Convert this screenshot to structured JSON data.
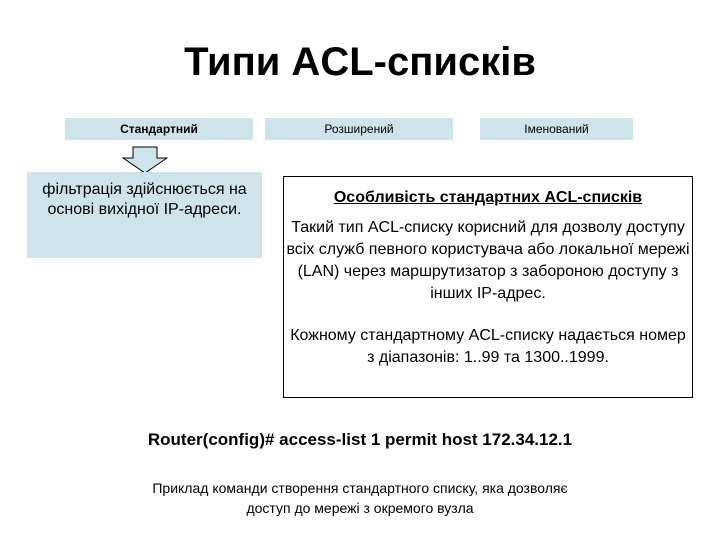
{
  "title": "Типи ACL-списків",
  "tabs": {
    "standard": "Стандартний",
    "extended": "Розширений",
    "named": "Іменований"
  },
  "filter_text": "фільтрація здійснюється на основі вихідної IP-адреси.",
  "feature": {
    "heading": "Особливість стандартних ACL-списків",
    "paragraph1": "Такий тип ACL-списку корисний для дозволу доступу всіх служб певного користувача або локальної мережі (LAN) через маршрутизатор з забороною доступу з інших IP-адрес.",
    "paragraph2": "Кожному стандартному ACL-списку надається номер з діапазонів: 1..99 та 1300..1999."
  },
  "command": "Router(config)# access-list 1 permit host 172.34.12.1",
  "caption": "Приклад команди створення стандартного списку, яка дозволяє доступ до мережі з окремого вузла",
  "colors": {
    "box_fill": "#cfe3ea",
    "arrow_fill": "#cfe3ea"
  },
  "icons": {
    "arrow": "down-arrow-icon"
  }
}
